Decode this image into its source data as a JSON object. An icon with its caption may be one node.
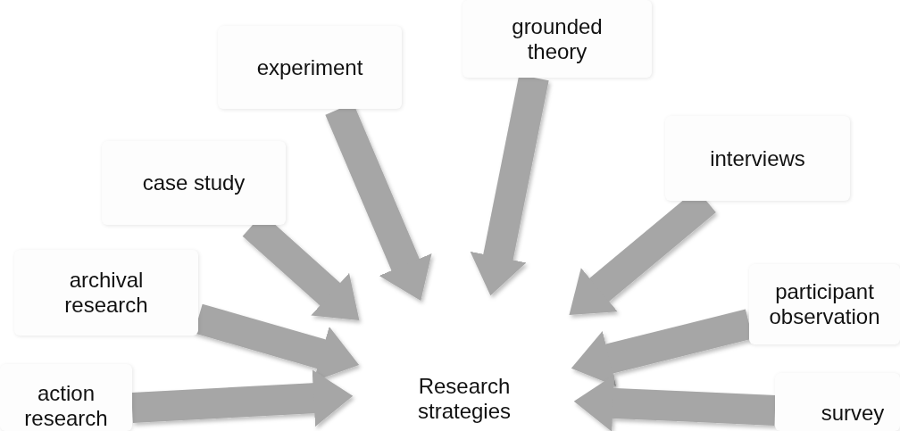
{
  "diagram": {
    "nodes": [
      {
        "text": [
          "grounded theory"
        ]
      },
      {
        "text": [
          "experiment"
        ]
      },
      {
        "text": [
          "interviews"
        ]
      },
      {
        "text": [
          "case study"
        ]
      },
      {
        "text": [
          "archival research"
        ]
      },
      {
        "text": [
          "participant observation"
        ]
      },
      {
        "text": [
          "action research"
        ]
      },
      {
        "text": [
          "Research strategies"
        ]
      },
      {
        "text": [
          "survey"
        ]
      }
    ],
    "edges": [
      {
        "from": 0,
        "to": 7,
        "arrow": "to"
      },
      {
        "from": 1,
        "to": 7,
        "arrow": "to"
      },
      {
        "from": 2,
        "to": 7,
        "arrow": "to"
      },
      {
        "from": 3,
        "to": 7,
        "arrow": "to"
      },
      {
        "from": 4,
        "to": 7,
        "arrow": "to"
      },
      {
        "from": 5,
        "to": 7,
        "arrow": "to"
      },
      {
        "from": 6,
        "to": 7,
        "arrow": "to"
      },
      {
        "from": 8,
        "to": 7,
        "arrow": "to"
      }
    ]
  }
}
